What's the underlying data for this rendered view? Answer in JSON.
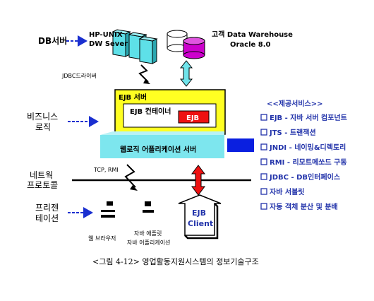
{
  "left_labels": {
    "db_server": "DB서버",
    "business_logic_1": "비즈니스",
    "business_logic_2": "로직",
    "network_1": "네트웍",
    "network_2": "프로토콜",
    "presentation_1": "프리젠",
    "presentation_2": "테이션"
  },
  "top": {
    "hp_unix_1": "HP-UNIX",
    "hp_unix_2": "DW Sever",
    "dw_1": "고객 Data Warehouse",
    "dw_2": "Oracle 8.0",
    "jdbc_driver": "JDBC드라이버"
  },
  "ejb_server": {
    "title": "EJB 서버",
    "container": "EJB 컨테이너",
    "ejb": "EJB",
    "web_logic": "웹로직 어플리케이션 서버"
  },
  "network": {
    "protocol": "TCP, RMI"
  },
  "clients": {
    "web_browser": "웹 브라우저",
    "applet_1": "자바  애플릿",
    "applet_2": "자바 어플리케이션",
    "ejb_client_1": "EJB",
    "ejb_client_2": "Client"
  },
  "services": {
    "header": "<<제공서비스>>",
    "items": [
      "EJB - 자바 서버 컴포넌트",
      "JTS - 트랜잭션",
      "JNDI - 네이밍&디렉토리",
      "RMI - 리모트메쏘드 구동",
      "JDBC - DB인터페이스",
      "자바 서블릿",
      "자동 객체 분산 및 분배"
    ]
  },
  "caption": "<그림 4-12> 영업활동지원시스템의 정보기술구조"
}
